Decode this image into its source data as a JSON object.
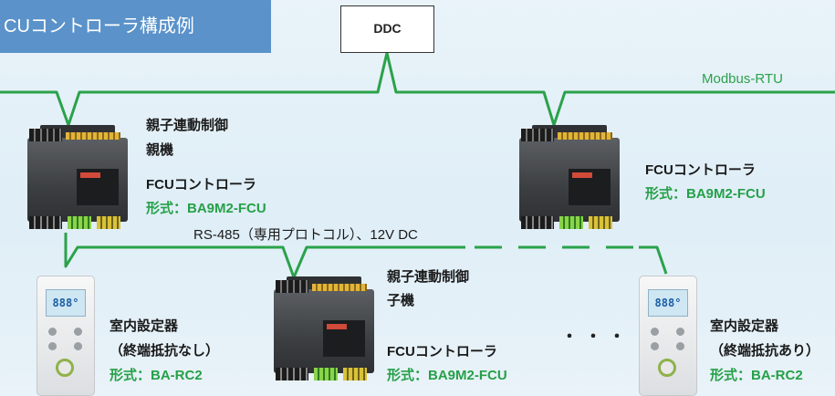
{
  "title": "CUコントローラ構成例",
  "ddc": {
    "label": "DDC"
  },
  "modbus": {
    "label": "Modbus-RTU"
  },
  "rs485": {
    "label": "RS-485（専用プロトコル）、12V DC"
  },
  "controllers": [
    {
      "role_line1": "親子連動制御",
      "role_line2": "親機",
      "name": "FCUコントローラ",
      "model": "形式：BA9M2-FCU"
    },
    {
      "role_line1": "",
      "role_line2": "",
      "name": "FCUコントローラ",
      "model": "形式：BA9M2-FCU"
    },
    {
      "role_line1": "親子連動制御",
      "role_line2": "子機",
      "name": "FCUコントローラ",
      "model": "形式：BA9M2-FCU"
    }
  ],
  "room_units": [
    {
      "name": "室内設定器",
      "note": "（終端抵抗なし）",
      "model": "形式：BA-RC2",
      "display": "888°"
    },
    {
      "name": "室内設定器",
      "note": "（終端抵抗あり）",
      "model": "形式：BA-RC2",
      "display": "888°"
    }
  ],
  "ellipsis": "・・・",
  "colors": {
    "bus": "#2aa24a",
    "title_bg": "#5a92c9",
    "model_text": "#26a048"
  }
}
